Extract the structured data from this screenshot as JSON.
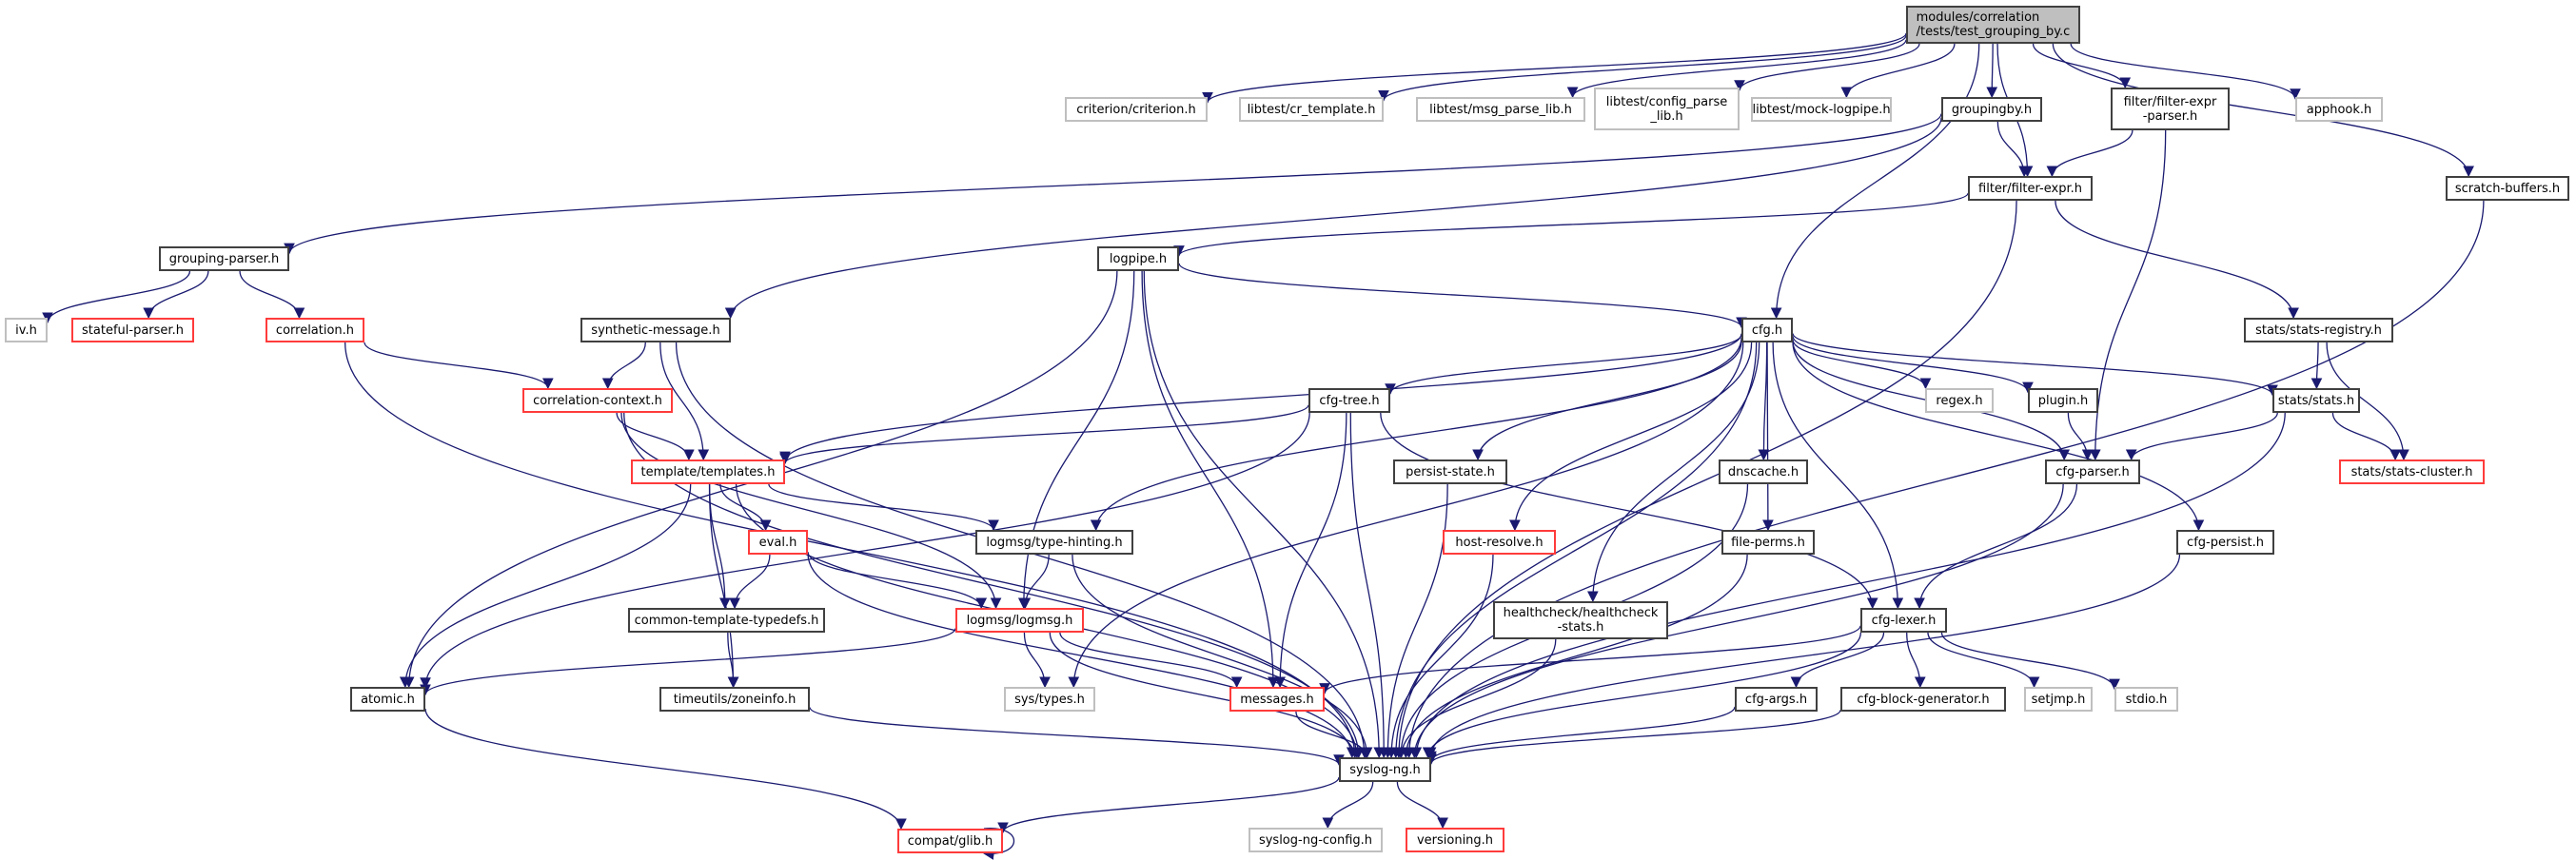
{
  "title": "modules/correlation/tests/test_grouping_by.c include dependency graph",
  "colors": {
    "edge": "#191970",
    "root_fill": "#bfbfbf",
    "documented_border": "#404040",
    "external_border": "#bfbfbf",
    "incomplete_border": "#ff0000"
  },
  "nodes": [
    {
      "id": "root",
      "label": "modules/correlation\n/tests/test_grouping_by.c",
      "kind": "root"
    },
    {
      "id": "criterion",
      "label": "criterion/criterion.h",
      "kind": "ext"
    },
    {
      "id": "cr_template",
      "label": "libtest/cr_template.h",
      "kind": "ext"
    },
    {
      "id": "msg_parse_lib",
      "label": "libtest/msg_parse_lib.h",
      "kind": "ext"
    },
    {
      "id": "config_parse_lib",
      "label": "libtest/config_parse\n_lib.h",
      "kind": "ext"
    },
    {
      "id": "mock_logpipe",
      "label": "libtest/mock-logpipe.h",
      "kind": "ext"
    },
    {
      "id": "groupingby",
      "label": "groupingby.h",
      "kind": "doc"
    },
    {
      "id": "filter_expr_parser",
      "label": "filter/filter-expr\n-parser.h",
      "kind": "doc"
    },
    {
      "id": "apphook",
      "label": "apphook.h",
      "kind": "ext"
    },
    {
      "id": "scratch_buffers",
      "label": "scratch-buffers.h",
      "kind": "doc"
    },
    {
      "id": "filter_expr",
      "label": "filter/filter-expr.h",
      "kind": "doc"
    },
    {
      "id": "grouping_parser",
      "label": "grouping-parser.h",
      "kind": "doc"
    },
    {
      "id": "logpipe",
      "label": "logpipe.h",
      "kind": "doc"
    },
    {
      "id": "iv",
      "label": "iv.h",
      "kind": "ext"
    },
    {
      "id": "stateful_parser",
      "label": "stateful-parser.h",
      "kind": "warn"
    },
    {
      "id": "correlation",
      "label": "correlation.h",
      "kind": "warn"
    },
    {
      "id": "synthetic_message",
      "label": "synthetic-message.h",
      "kind": "doc"
    },
    {
      "id": "cfg",
      "label": "cfg.h",
      "kind": "doc"
    },
    {
      "id": "stats_registry",
      "label": "stats/stats-registry.h",
      "kind": "doc"
    },
    {
      "id": "correlation_context",
      "label": "correlation-context.h",
      "kind": "warn"
    },
    {
      "id": "cfg_tree",
      "label": "cfg-tree.h",
      "kind": "doc"
    },
    {
      "id": "regex",
      "label": "regex.h",
      "kind": "ext"
    },
    {
      "id": "plugin",
      "label": "plugin.h",
      "kind": "doc"
    },
    {
      "id": "stats",
      "label": "stats/stats.h",
      "kind": "doc"
    },
    {
      "id": "templates",
      "label": "template/templates.h",
      "kind": "warn"
    },
    {
      "id": "persist_state",
      "label": "persist-state.h",
      "kind": "doc"
    },
    {
      "id": "dnscache",
      "label": "dnscache.h",
      "kind": "doc"
    },
    {
      "id": "cfg_parser",
      "label": "cfg-parser.h",
      "kind": "doc"
    },
    {
      "id": "stats_cluster",
      "label": "stats/stats-cluster.h",
      "kind": "warn"
    },
    {
      "id": "eval",
      "label": "eval.h",
      "kind": "warn"
    },
    {
      "id": "type_hinting",
      "label": "logmsg/type-hinting.h",
      "kind": "doc"
    },
    {
      "id": "host_resolve",
      "label": "host-resolve.h",
      "kind": "warn"
    },
    {
      "id": "file_perms",
      "label": "file-perms.h",
      "kind": "doc"
    },
    {
      "id": "cfg_persist",
      "label": "cfg-persist.h",
      "kind": "doc"
    },
    {
      "id": "healthcheck",
      "label": "healthcheck/healthcheck\n-stats.h",
      "kind": "doc"
    },
    {
      "id": "common_typedefs",
      "label": "common-template-typedefs.h",
      "kind": "doc"
    },
    {
      "id": "logmsg",
      "label": "logmsg/logmsg.h",
      "kind": "warn"
    },
    {
      "id": "cfg_lexer",
      "label": "cfg-lexer.h",
      "kind": "doc"
    },
    {
      "id": "atomic",
      "label": "atomic.h",
      "kind": "doc"
    },
    {
      "id": "zoneinfo",
      "label": "timeutils/zoneinfo.h",
      "kind": "doc"
    },
    {
      "id": "sys_types",
      "label": "sys/types.h",
      "kind": "ext"
    },
    {
      "id": "messages",
      "label": "messages.h",
      "kind": "warn"
    },
    {
      "id": "cfg_args",
      "label": "cfg-args.h",
      "kind": "doc"
    },
    {
      "id": "cfg_block_generator",
      "label": "cfg-block-generator.h",
      "kind": "doc"
    },
    {
      "id": "setjmp",
      "label": "setjmp.h",
      "kind": "ext"
    },
    {
      "id": "stdio",
      "label": "stdio.h",
      "kind": "ext"
    },
    {
      "id": "syslog_ng",
      "label": "syslog-ng.h",
      "kind": "doc"
    },
    {
      "id": "compat_glib",
      "label": "compat/glib.h",
      "kind": "warn"
    },
    {
      "id": "syslog_ng_config",
      "label": "syslog-ng-config.h",
      "kind": "ext"
    },
    {
      "id": "versioning",
      "label": "versioning.h",
      "kind": "warn"
    }
  ],
  "edges": [
    [
      "root",
      "criterion"
    ],
    [
      "root",
      "cr_template"
    ],
    [
      "root",
      "msg_parse_lib"
    ],
    [
      "root",
      "config_parse_lib"
    ],
    [
      "root",
      "mock_logpipe"
    ],
    [
      "root",
      "groupingby"
    ],
    [
      "root",
      "filter_expr"
    ],
    [
      "root",
      "filter_expr_parser"
    ],
    [
      "root",
      "apphook"
    ],
    [
      "root",
      "scratch_buffers"
    ],
    [
      "root",
      "cfg"
    ],
    [
      "groupingby",
      "grouping_parser"
    ],
    [
      "groupingby",
      "synthetic_message"
    ],
    [
      "groupingby",
      "filter_expr"
    ],
    [
      "filter_expr_parser",
      "filter_expr"
    ],
    [
      "filter_expr_parser",
      "cfg_parser"
    ],
    [
      "filter_expr",
      "logpipe"
    ],
    [
      "filter_expr",
      "syslog_ng"
    ],
    [
      "filter_expr",
      "stats_registry"
    ],
    [
      "scratch_buffers",
      "syslog_ng"
    ],
    [
      "grouping_parser",
      "iv"
    ],
    [
      "grouping_parser",
      "stateful_parser"
    ],
    [
      "grouping_parser",
      "correlation"
    ],
    [
      "logpipe",
      "cfg"
    ],
    [
      "logpipe",
      "atomic"
    ],
    [
      "logpipe",
      "logmsg"
    ],
    [
      "logpipe",
      "messages"
    ],
    [
      "logpipe",
      "syslog_ng"
    ],
    [
      "correlation",
      "correlation_context"
    ],
    [
      "correlation",
      "syslog_ng"
    ],
    [
      "synthetic_message",
      "correlation_context"
    ],
    [
      "synthetic_message",
      "templates"
    ],
    [
      "synthetic_message",
      "syslog_ng"
    ],
    [
      "correlation_context",
      "templates"
    ],
    [
      "correlation_context",
      "logmsg"
    ],
    [
      "correlation_context",
      "syslog_ng"
    ],
    [
      "cfg",
      "cfg_tree"
    ],
    [
      "cfg",
      "templates"
    ],
    [
      "cfg",
      "type_hinting"
    ],
    [
      "cfg",
      "persist_state"
    ],
    [
      "cfg",
      "host_resolve"
    ],
    [
      "cfg",
      "healthcheck"
    ],
    [
      "cfg",
      "dnscache"
    ],
    [
      "cfg",
      "file_perms"
    ],
    [
      "cfg",
      "regex"
    ],
    [
      "cfg",
      "plugin"
    ],
    [
      "cfg",
      "stats"
    ],
    [
      "cfg",
      "cfg_parser"
    ],
    [
      "cfg",
      "cfg_persist"
    ],
    [
      "cfg",
      "cfg_lexer"
    ],
    [
      "cfg",
      "sys_types"
    ],
    [
      "cfg",
      "syslog_ng"
    ],
    [
      "stats_registry",
      "stats"
    ],
    [
      "stats_registry",
      "stats_cluster"
    ],
    [
      "cfg_tree",
      "templates"
    ],
    [
      "cfg_tree",
      "atomic"
    ],
    [
      "cfg_tree",
      "messages"
    ],
    [
      "cfg_tree",
      "cfg_lexer"
    ],
    [
      "cfg_tree",
      "syslog_ng"
    ],
    [
      "plugin",
      "cfg_parser"
    ],
    [
      "stats",
      "cfg_parser"
    ],
    [
      "stats",
      "stats_cluster"
    ],
    [
      "stats",
      "syslog_ng"
    ],
    [
      "templates",
      "eval"
    ],
    [
      "templates",
      "type_hinting"
    ],
    [
      "templates",
      "common_typedefs"
    ],
    [
      "templates",
      "zoneinfo"
    ],
    [
      "templates",
      "atomic"
    ],
    [
      "templates",
      "syslog_ng"
    ],
    [
      "persist_state",
      "syslog_ng"
    ],
    [
      "dnscache",
      "syslog_ng"
    ],
    [
      "cfg_parser",
      "cfg_lexer"
    ],
    [
      "cfg_parser",
      "syslog_ng"
    ],
    [
      "eval",
      "common_typedefs"
    ],
    [
      "eval",
      "logmsg"
    ],
    [
      "eval",
      "syslog_ng"
    ],
    [
      "type_hinting",
      "logmsg"
    ],
    [
      "type_hinting",
      "syslog_ng"
    ],
    [
      "host_resolve",
      "syslog_ng"
    ],
    [
      "file_perms",
      "syslog_ng"
    ],
    [
      "cfg_persist",
      "syslog_ng"
    ],
    [
      "healthcheck",
      "syslog_ng"
    ],
    [
      "common_typedefs",
      "zoneinfo"
    ],
    [
      "logmsg",
      "atomic"
    ],
    [
      "logmsg",
      "sys_types"
    ],
    [
      "logmsg",
      "messages"
    ],
    [
      "logmsg",
      "syslog_ng"
    ],
    [
      "cfg_lexer",
      "messages"
    ],
    [
      "cfg_lexer",
      "cfg_args"
    ],
    [
      "cfg_lexer",
      "cfg_block_generator"
    ],
    [
      "cfg_lexer",
      "setjmp"
    ],
    [
      "cfg_lexer",
      "stdio"
    ],
    [
      "cfg_lexer",
      "syslog_ng"
    ],
    [
      "atomic",
      "compat_glib"
    ],
    [
      "zoneinfo",
      "syslog_ng"
    ],
    [
      "messages",
      "syslog_ng"
    ],
    [
      "cfg_args",
      "syslog_ng"
    ],
    [
      "cfg_block_generator",
      "syslog_ng"
    ],
    [
      "syslog_ng",
      "compat_glib"
    ],
    [
      "syslog_ng",
      "syslog_ng_config"
    ],
    [
      "syslog_ng",
      "versioning"
    ],
    [
      "compat_glib",
      "compat_glib"
    ]
  ]
}
